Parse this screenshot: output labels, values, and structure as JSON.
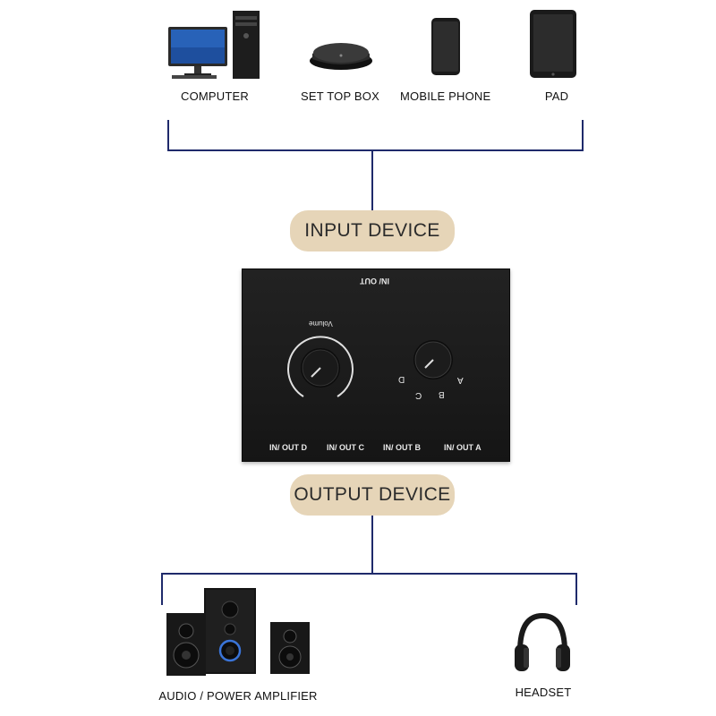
{
  "input_devices": {
    "computer": "COMPUTER",
    "set_top_box": "SET TOP BOX",
    "mobile_phone": "MOBILE PHONE",
    "pad": "PAD"
  },
  "input_pill": "INPUT DEVICE",
  "output_pill": "OUTPUT DEVICE",
  "switch_box": {
    "top_label": "IN/ OUT",
    "volume_label": "Volume",
    "selector_letters": [
      "A",
      "B",
      "C",
      "D"
    ],
    "ports": [
      "IN/ OUT D",
      "IN/ OUT C",
      "IN/ OUT B",
      "IN/ OUT A"
    ]
  },
  "output_devices": {
    "speakers": "AUDIO / POWER AMPLIFIER",
    "headset": "HEADSET"
  },
  "colors": {
    "wire": "#1f2a6b",
    "pill": "#e6d5b8",
    "box": "#1b1b1b"
  }
}
